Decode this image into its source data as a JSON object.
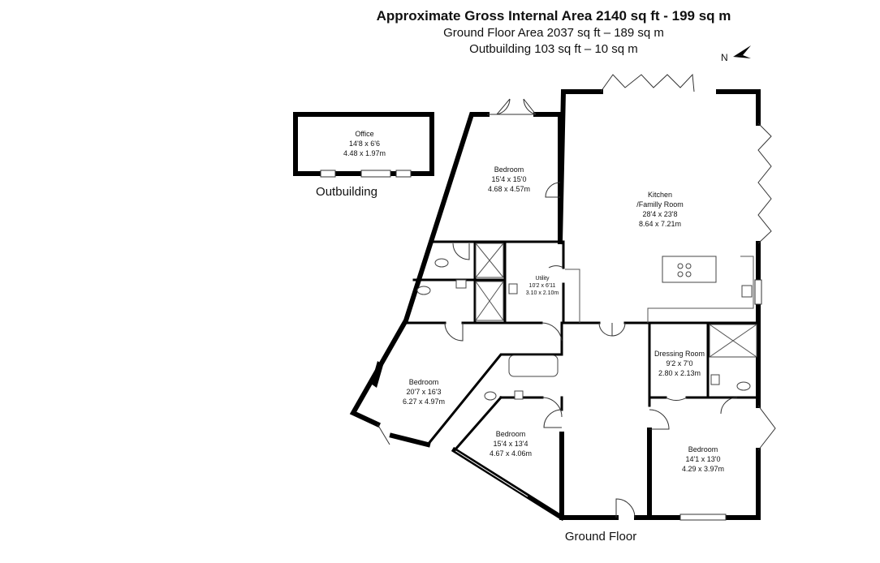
{
  "header": {
    "title": "Approximate Gross Internal Area 2140 sq ft - 199 sq m",
    "ground_floor_area": "Ground Floor Area 2037 sq ft – 189 sq m",
    "outbuilding_area": "Outbuilding 103 sq ft – 10 sq m"
  },
  "compass": {
    "label": "N",
    "icon": "north-arrow-icon"
  },
  "labels": {
    "outbuilding": "Outbuilding",
    "ground_floor": "Ground Floor"
  },
  "rooms": {
    "office": {
      "name": "Office",
      "imperial": "14'8 x 6'6",
      "metric": "4.48 x 1.97m"
    },
    "bedroom_top": {
      "name": "Bedroom",
      "imperial": "15'4 x 15'0",
      "metric": "4.68 x 4.57m"
    },
    "kitchen": {
      "name": "Kitchen",
      "name2": "/Familly Room",
      "imperial": "28'4 x 23'8",
      "metric": "8.64 x 7.21m"
    },
    "utility": {
      "name": "Utility",
      "imperial": "10'2 x 6'11",
      "metric": "3.10 x 2.10m"
    },
    "dressing": {
      "name": "Dressing Room",
      "imperial": "9'2 x 7'0",
      "metric": "2.80 x 2.13m"
    },
    "bedroom_left": {
      "name": "Bedroom",
      "imperial": "20'7 x 16'3",
      "metric": "6.27 x 4.97m"
    },
    "bedroom_mid": {
      "name": "Bedroom",
      "imperial": "15'4 x 13'4",
      "metric": "4.67 x 4.06m"
    },
    "bedroom_right": {
      "name": "Bedroom",
      "imperial": "14'1 x 13'0",
      "metric": "4.29 x 3.97m"
    }
  }
}
